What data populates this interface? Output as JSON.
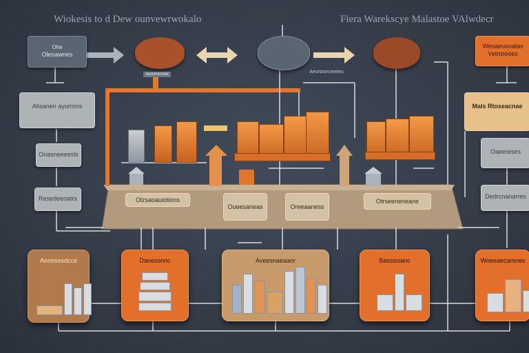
{
  "titles": {
    "left": "Wiokesis to d Dew ounvewrwokalo",
    "right": "Fiera Warekscye Malastoe VAlwdecr"
  },
  "top_row": {
    "source_box": {
      "small": "Ohe",
      "label": "Olesawnes"
    },
    "right_orange_box": {
      "line1": "Wesaeusoatas",
      "line2": "Vetroreoes"
    }
  },
  "left_column": {
    "banner": "Atisanen ayurrons",
    "boxes": [
      "Ooasneeeesls",
      "Resedeeoatrs"
    ]
  },
  "right_column": {
    "banner": "Mals Rtoseacnae",
    "boxes": [
      "Oaeereses",
      "Dedrcnanarres"
    ]
  },
  "center": {
    "top_tag": "Aeoonesnee",
    "mid_tag": "Aeurtoorcereies",
    "platform_labels": [
      "Olzsaoauiotions",
      "Oueesaneas",
      "Oreeaaness",
      "Otrseeneneane"
    ]
  },
  "warehouses": [
    {
      "label": "Aenosesdcce"
    },
    {
      "label": "Danessnnc"
    },
    {
      "label": "Aveesnaeaaor"
    },
    {
      "label": "Bassissanc"
    },
    {
      "label": "Woeeaecamnes"
    }
  ],
  "colors": {
    "orange": "#e2702a",
    "rust": "#a8512a",
    "slate": "#5a6572",
    "tan": "#b19a7e",
    "background": "#363e4a"
  }
}
